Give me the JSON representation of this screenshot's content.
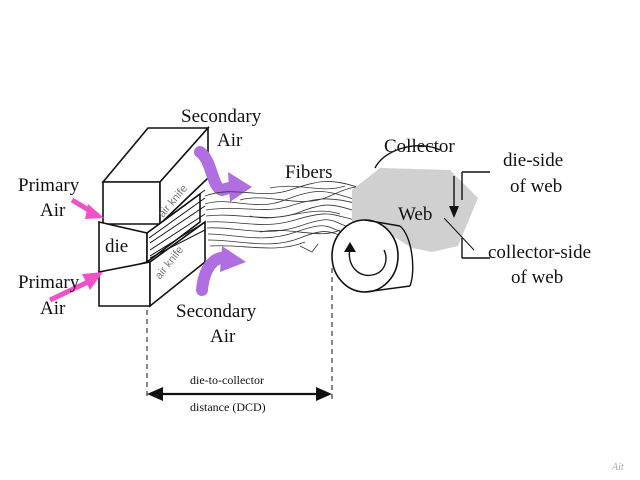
{
  "diagram": {
    "labels": {
      "secondary_air_top": [
        "Secondary",
        "Air"
      ],
      "secondary_air_bottom": [
        "Secondary",
        "Air"
      ],
      "primary_air_top": [
        "Primary",
        "Air"
      ],
      "primary_air_bottom": [
        "Primary",
        "Air"
      ],
      "die": "die",
      "air_knife_top": "air knife",
      "air_knife_bottom": "air knife",
      "fibers": "Fibers",
      "collector": "Collector",
      "web": "Web",
      "die_side": [
        "die-side",
        "of web"
      ],
      "collector_side": [
        "collector-side",
        "of web"
      ],
      "dcd": [
        "die-to-collector",
        "distance (DCD)"
      ]
    },
    "colors": {
      "secondary_air_arrow": "#b06ee0",
      "primary_air_arrow": "#f050c8",
      "web": "#d0d0d0",
      "lines": "#111111"
    },
    "icons": {
      "rotation": "rotation-arrow-icon",
      "direction": "down-arrow-icon"
    },
    "watermark": "Ait"
  }
}
